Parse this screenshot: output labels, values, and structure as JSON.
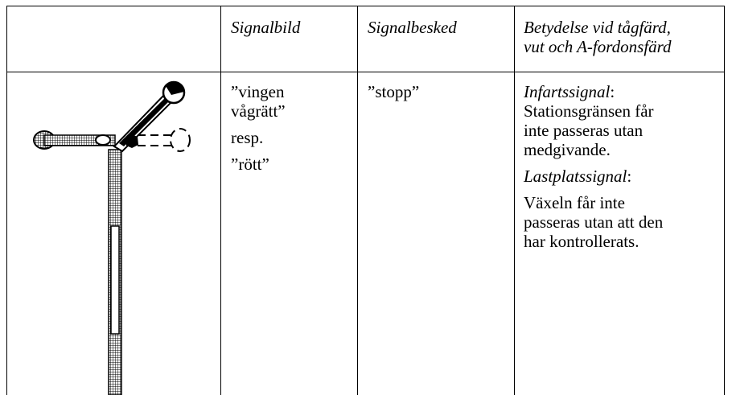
{
  "header": {
    "col_image": "Signalbild",
    "col_message": "Signalbesked",
    "col_meaning_line1": "Betydelse vid tågfärd,",
    "col_meaning_line2": "vut och A-fordonsfärd"
  },
  "row": {
    "image_text": {
      "line1": "”vingen",
      "line2": "vågrätt”",
      "line3": "resp.",
      "line4": "”rött”"
    },
    "message": "”stopp”",
    "meaning": {
      "term1": "Infartssignal",
      "colon": ":",
      "text1_line1": "Stationsgränsen får",
      "text1_line2": "inte passeras utan",
      "text1_line3": "medgivande.",
      "term2": "Lastplatssignal",
      "text2_line1": "Växeln får inte",
      "text2_line2": "passeras utan att den",
      "text2_line3": "har kontrollerats."
    }
  }
}
